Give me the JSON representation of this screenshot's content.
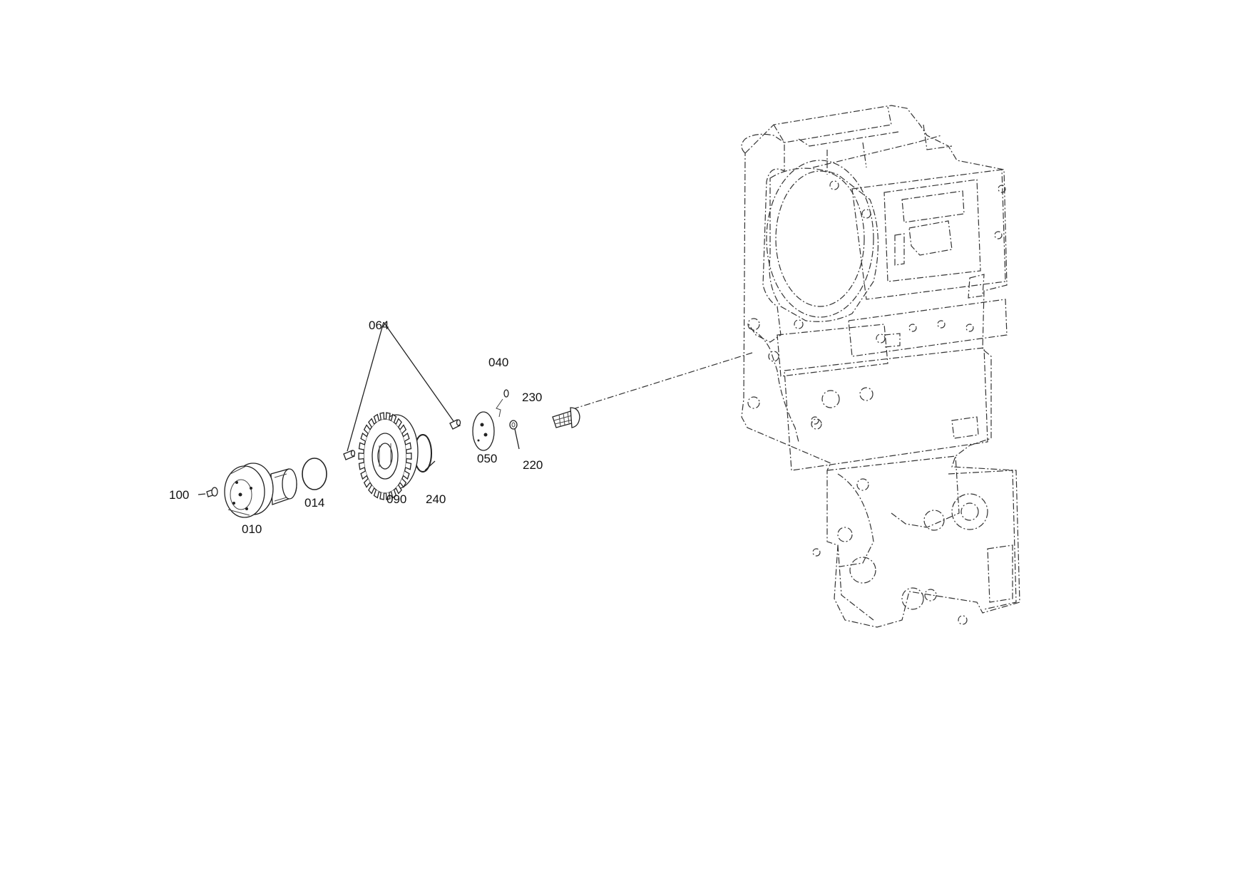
{
  "callouts": {
    "p100": "100",
    "p010": "010",
    "p014": "014",
    "p090": "090",
    "p240": "240",
    "p064": "064",
    "p040": "040",
    "p050": "050",
    "p230": "230",
    "p220": "220"
  }
}
